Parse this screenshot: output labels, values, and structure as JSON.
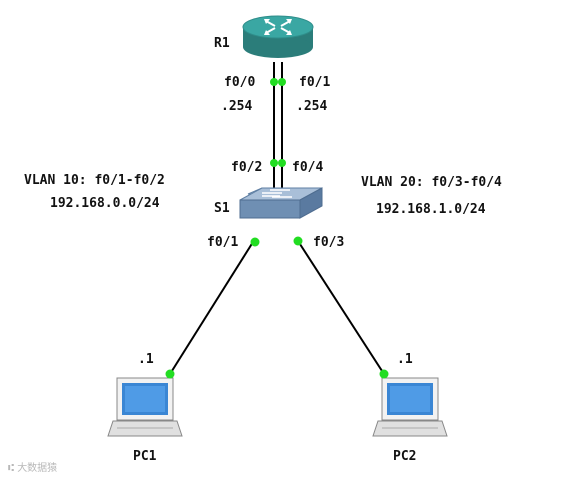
{
  "colors": {
    "link": "#000000",
    "port_dot": "#22dd22",
    "router_top": "#3aa7a3",
    "router_side": "#2b7d7a",
    "switch_top": "#a9bfd8",
    "switch_side": "#5f7fa3",
    "pc_screen": "#3a86d4",
    "pc_body": "#e8e8e8"
  },
  "devices": {
    "r1": {
      "label": "R1",
      "icon": "router-icon"
    },
    "s1": {
      "label": "S1",
      "icon": "switch-icon"
    },
    "pc1": {
      "label": "PC1",
      "icon": "laptop-icon"
    },
    "pc2": {
      "label": "PC2",
      "icon": "laptop-icon"
    }
  },
  "ports": {
    "r1_f0_0": "f0/0",
    "r1_f0_1": "f0/1",
    "r1_ip_0": ".254",
    "r1_ip_1": ".254",
    "s1_f0_2": "f0/2",
    "s1_f0_4": "f0/4",
    "s1_f0_1": "f0/1",
    "s1_f0_3": "f0/3",
    "pc1_ip": ".1",
    "pc2_ip": ".1"
  },
  "vlans": {
    "vlan10": {
      "title": "VLAN 10: f0/1-f0/2",
      "subnet": "192.168.0.0/24"
    },
    "vlan20": {
      "title": "VLAN 20: f0/3-f0/4",
      "subnet": "192.168.1.0/24"
    }
  },
  "watermark": "大数据猿"
}
